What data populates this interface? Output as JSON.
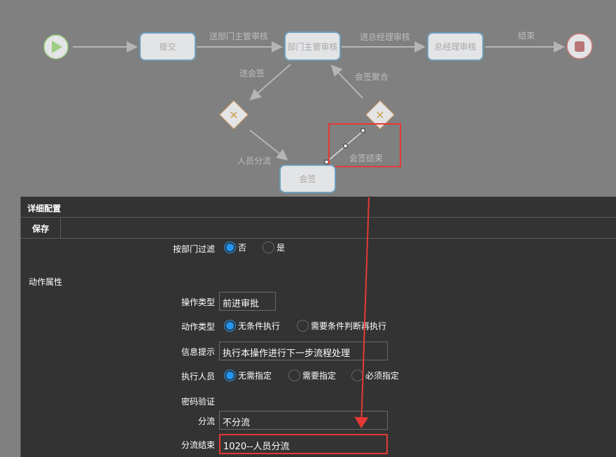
{
  "diagram": {
    "nodes": {
      "submit": "提交",
      "dept": "部门主管审核",
      "gm": "总经理审核",
      "countersign": "会签"
    },
    "edges": {
      "to_dept": "送部门主管审核",
      "to_gm": "送总经理审核",
      "end": "结束",
      "send_cs": "送会签",
      "split": "人员分流",
      "merge": "会签聚合",
      "cs_end": "会签结束"
    }
  },
  "panel": {
    "title": "详细配置",
    "save_label": "保存",
    "dept_filter": {
      "label": "按部门过滤",
      "options": [
        "否",
        "是"
      ],
      "selected": "否"
    },
    "section": "动作属性",
    "op_type": {
      "label": "操作类型",
      "value": "前进审批"
    },
    "action_type": {
      "label": "动作类型",
      "options": [
        "无条件执行",
        "需要条件判断再执行"
      ],
      "selected": "无条件执行"
    },
    "info": {
      "label": "信息提示",
      "value": "执行本操作进行下一步流程处理"
    },
    "executor": {
      "label": "执行人员",
      "options": [
        "无需指定",
        "需要指定",
        "必须指定"
      ],
      "selected": "无需指定"
    },
    "password": {
      "label": "密码验证"
    },
    "split": {
      "label": "分流",
      "value": "不分流"
    },
    "split_end": {
      "label": "分流结束",
      "value": "1020--人员分流"
    }
  },
  "colors": {
    "highlight": "#e53935",
    "accent": "#2196f3"
  }
}
